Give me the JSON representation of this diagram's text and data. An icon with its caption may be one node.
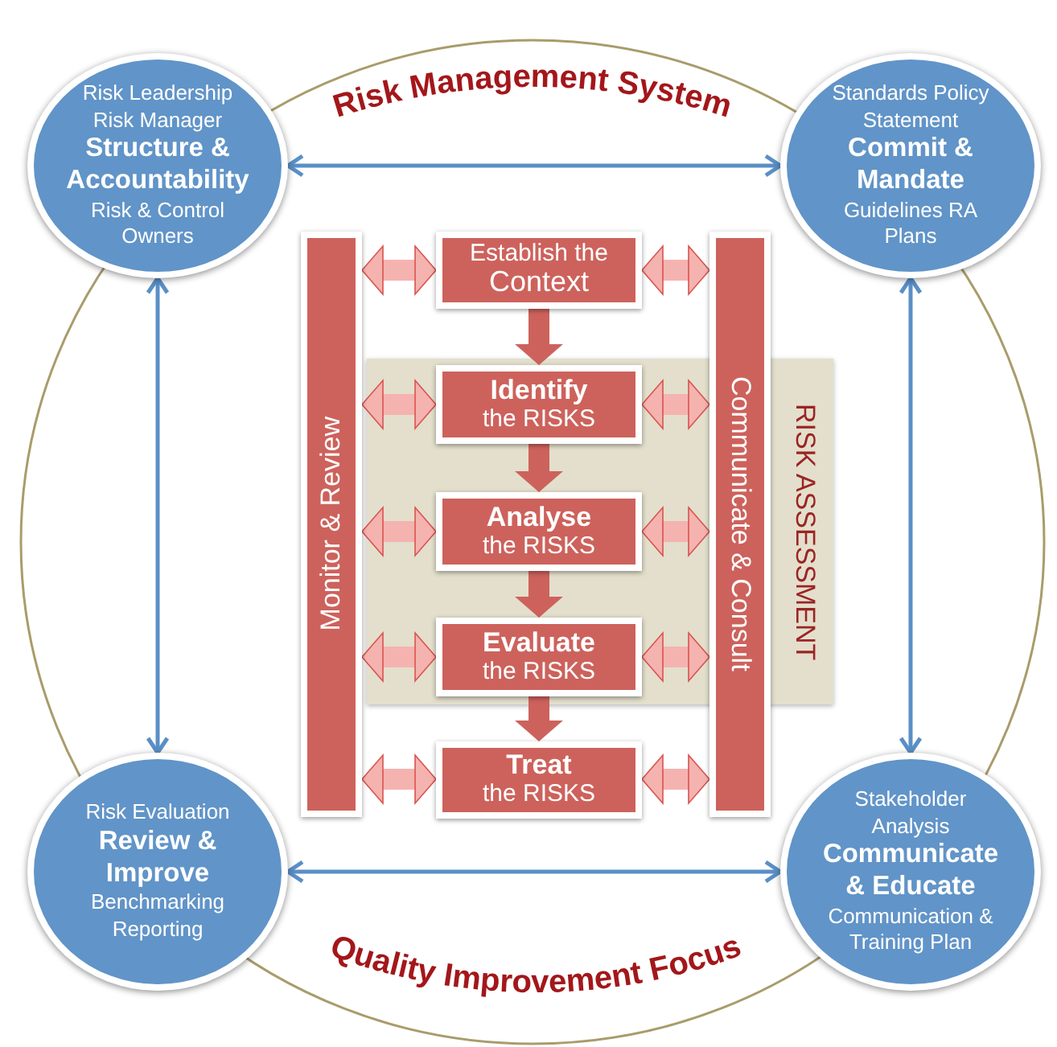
{
  "diagram": {
    "nodes": [
      {
        "text": [
          "Risk Leadership Risk Manager",
          "Structure & Accountability",
          "Risk & Control Owners"
        ]
      },
      {
        "text": [
          "Standards Policy Statement",
          "Commit & Mandate",
          "Guidelines RA Plans"
        ]
      },
      {
        "text": [
          "Risk Evaluation",
          "Review & Improve",
          "Benchmarking Reporting"
        ]
      },
      {
        "text": [
          "Stakeholder Analysis",
          "Communicate & Educate",
          "Communication & Training Plan"
        ]
      },
      {
        "text": [
          "Monitor & Review"
        ]
      },
      {
        "text": [
          "Establish the",
          "Context"
        ]
      },
      {
        "text": [
          "RISK ASSESSMENT"
        ]
      },
      {
        "text": [
          "Identify",
          "the RISKS"
        ],
        "in": 6
      },
      {
        "text": [
          "Analyse",
          "the RISKS"
        ],
        "in": 6
      },
      {
        "text": [
          "Evaluate",
          "the RISKS"
        ],
        "in": 6
      },
      {
        "text": [
          "Treat",
          "the RISKS"
        ]
      },
      {
        "text": [
          "Communicate & Consult"
        ]
      }
    ],
    "edges": [
      {
        "from": 0,
        "to": 1,
        "arrow": "both",
        "color": "#5a8fc6"
      },
      {
        "from": 0,
        "to": 2,
        "arrow": "both",
        "color": "#5a8fc6"
      },
      {
        "from": 1,
        "to": 3,
        "arrow": "both",
        "color": "#5a8fc6"
      },
      {
        "from": 2,
        "to": 3,
        "arrow": "both",
        "color": "#5a8fc6"
      },
      {
        "from": 5,
        "to": 7,
        "arrow": "to",
        "color": "#cd625c"
      },
      {
        "from": 7,
        "to": 8,
        "arrow": "to",
        "color": "#cd625c"
      },
      {
        "from": 8,
        "to": 9,
        "arrow": "to",
        "color": "#cd625c"
      },
      {
        "from": 9,
        "to": 10,
        "arrow": "to",
        "color": "#cd625c"
      },
      {
        "from": 4,
        "to": 5,
        "arrow": "both"
      },
      {
        "from": 5,
        "to": 11,
        "arrow": "both"
      },
      {
        "from": 4,
        "to": 7,
        "arrow": "both"
      },
      {
        "from": 7,
        "to": 11,
        "arrow": "both"
      },
      {
        "from": 4,
        "to": 8,
        "arrow": "both"
      },
      {
        "from": 8,
        "to": 11,
        "arrow": "both"
      },
      {
        "from": 4,
        "to": 9,
        "arrow": "both"
      },
      {
        "from": 9,
        "to": 11,
        "arrow": "both"
      },
      {
        "from": 4,
        "to": 10,
        "arrow": "both"
      },
      {
        "from": 10,
        "to": 11,
        "arrow": "both"
      }
    ],
    "labels": [
      "Risk Management System",
      "Quality Improvement Focus"
    ]
  }
}
